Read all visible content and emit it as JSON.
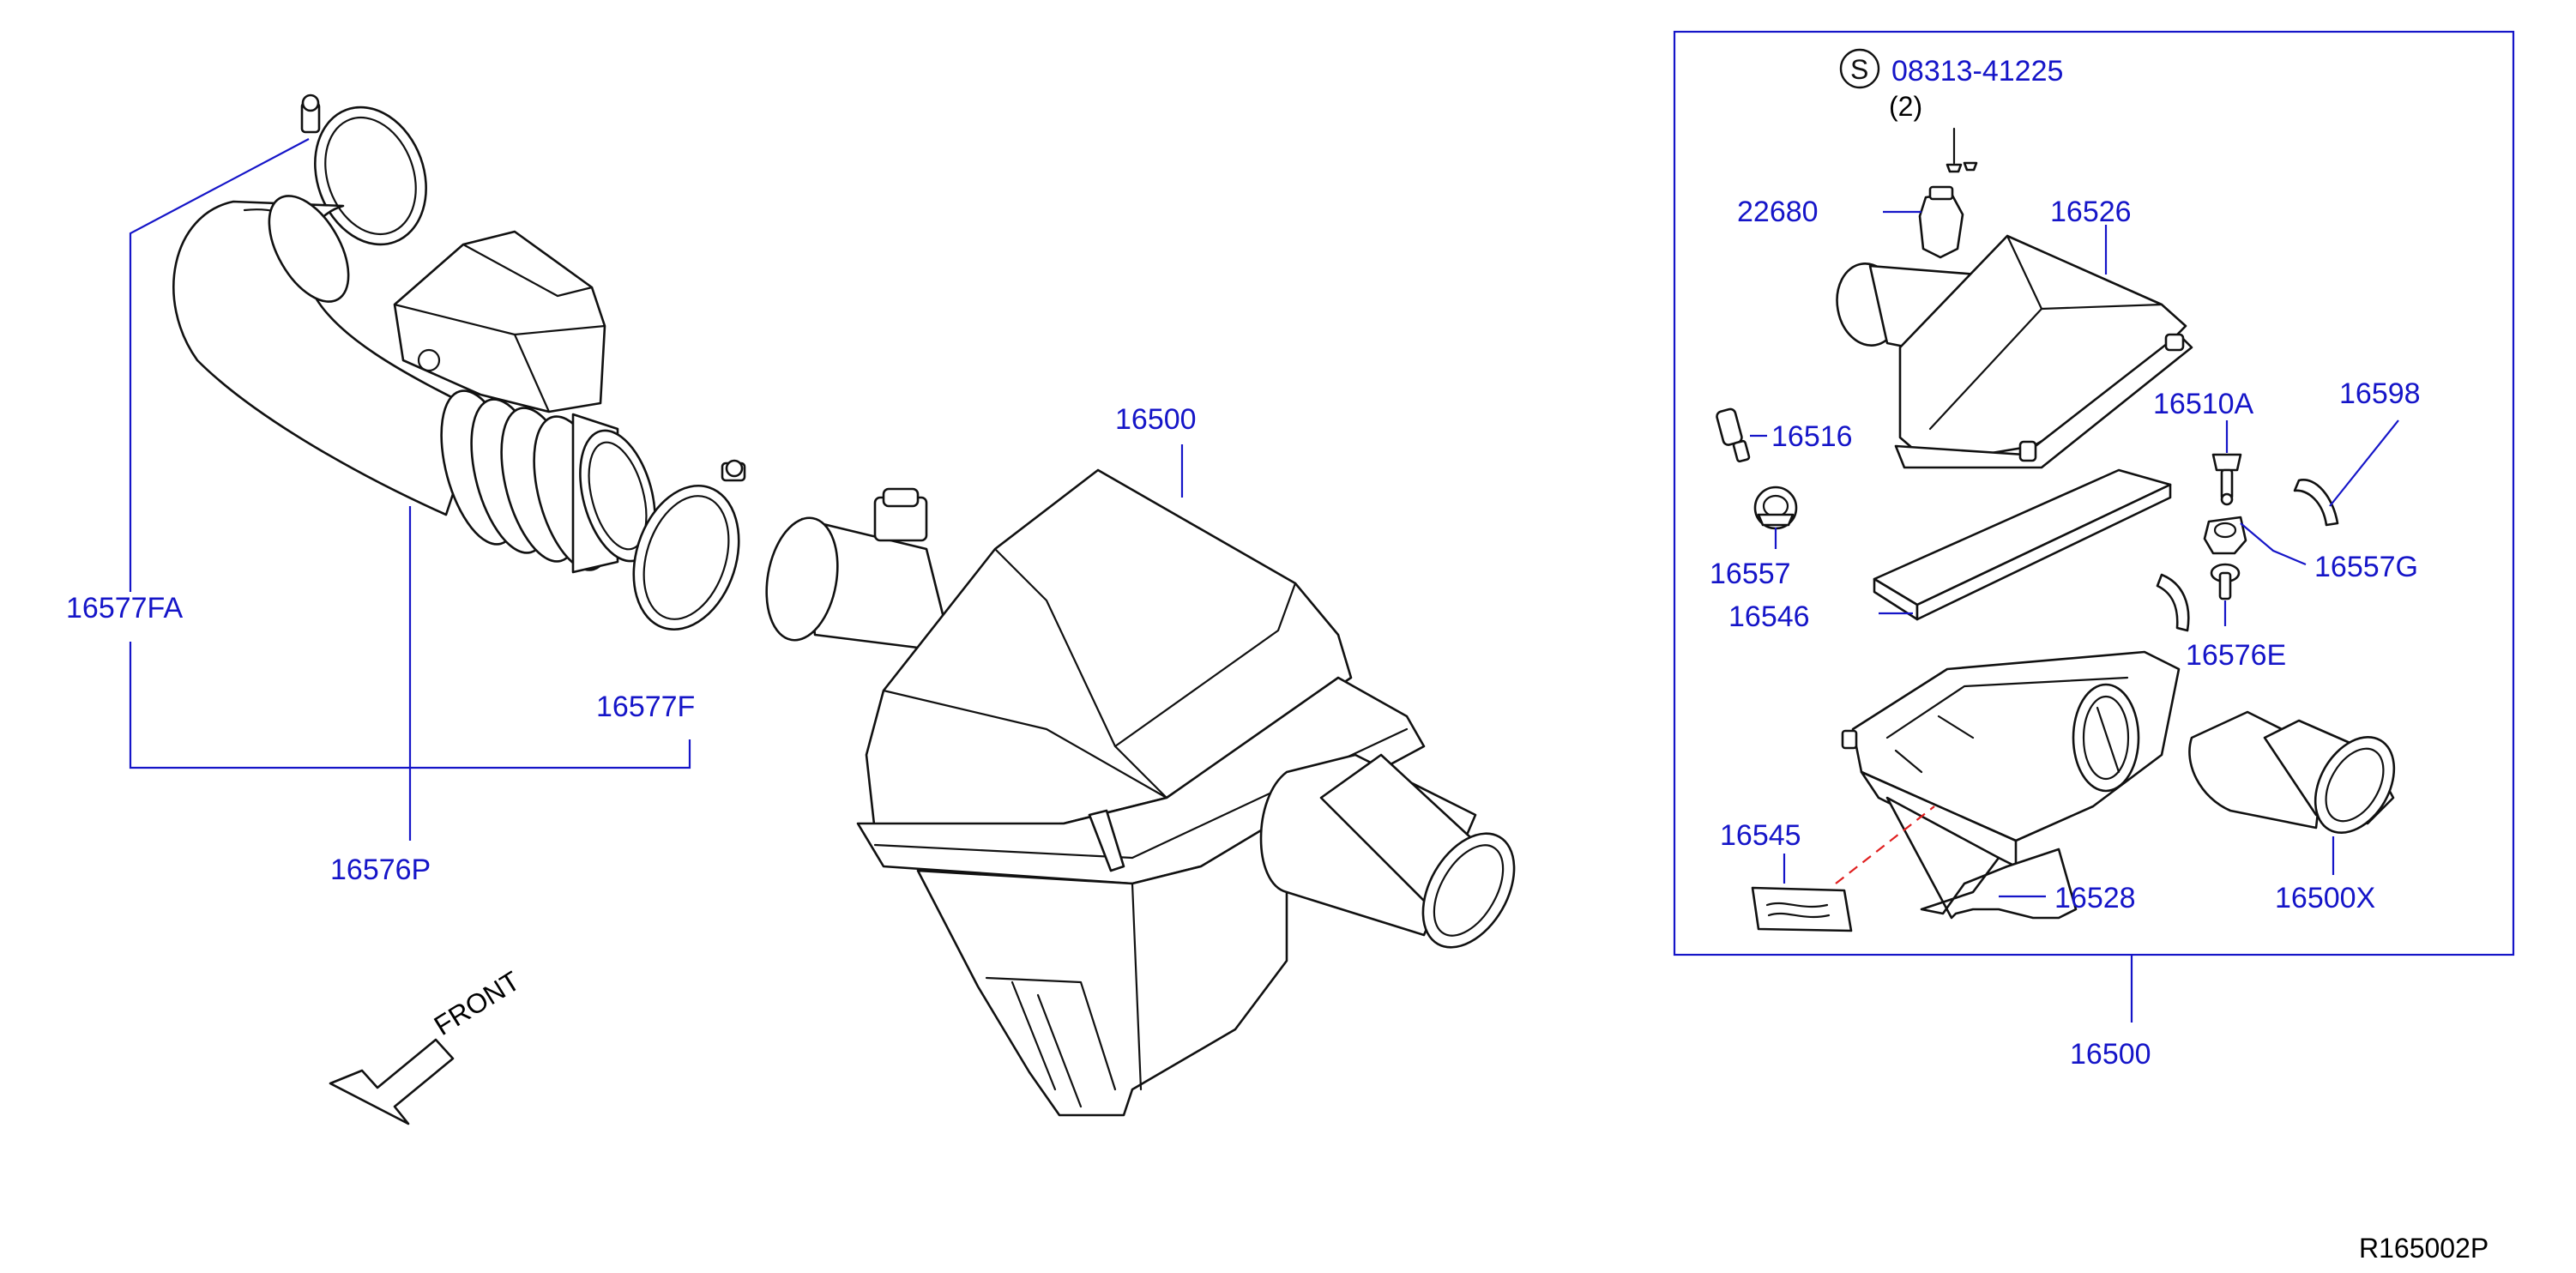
{
  "labels": {
    "p16577FA": "16577FA",
    "p16577F": "16577F",
    "p16576P": "16576P",
    "p16500_main": "16500",
    "p16500_kit": "16500",
    "s_code": "08313-41225",
    "s_qty": "(2)",
    "s_circle": "S",
    "p22680": "22680",
    "p16526": "16526",
    "p16516": "16516",
    "p16510A": "16510A",
    "p16598": "16598",
    "p16557": "16557",
    "p16557G": "16557G",
    "p16546": "16546",
    "p16576E": "16576E",
    "p16545": "16545",
    "p16528": "16528",
    "p16500X": "16500X",
    "front": "FRONT",
    "ref_code": "R165002P"
  },
  "colors": {
    "callout": "#1515c8",
    "line": "#111111",
    "dashed_link": "#e02020"
  },
  "icons": {
    "front_arrow": "arrow-down-left-icon",
    "service_circle": "circled-s-icon"
  }
}
